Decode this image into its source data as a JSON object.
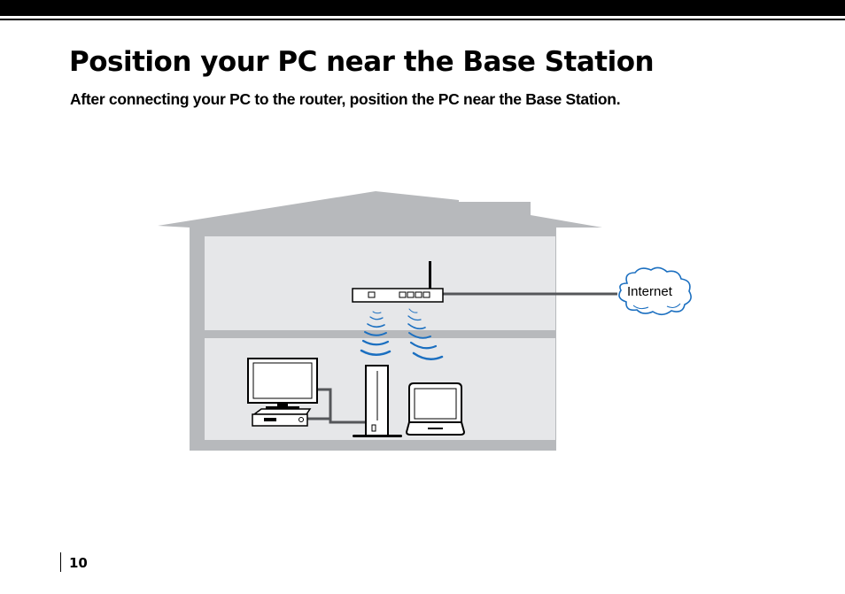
{
  "page": {
    "title": "Position your PC near the Base Station",
    "subtitle": "After connecting your PC to the router, position the PC near the Base Station.",
    "page_number": "10"
  },
  "diagram": {
    "cloud_label": "Internet"
  }
}
